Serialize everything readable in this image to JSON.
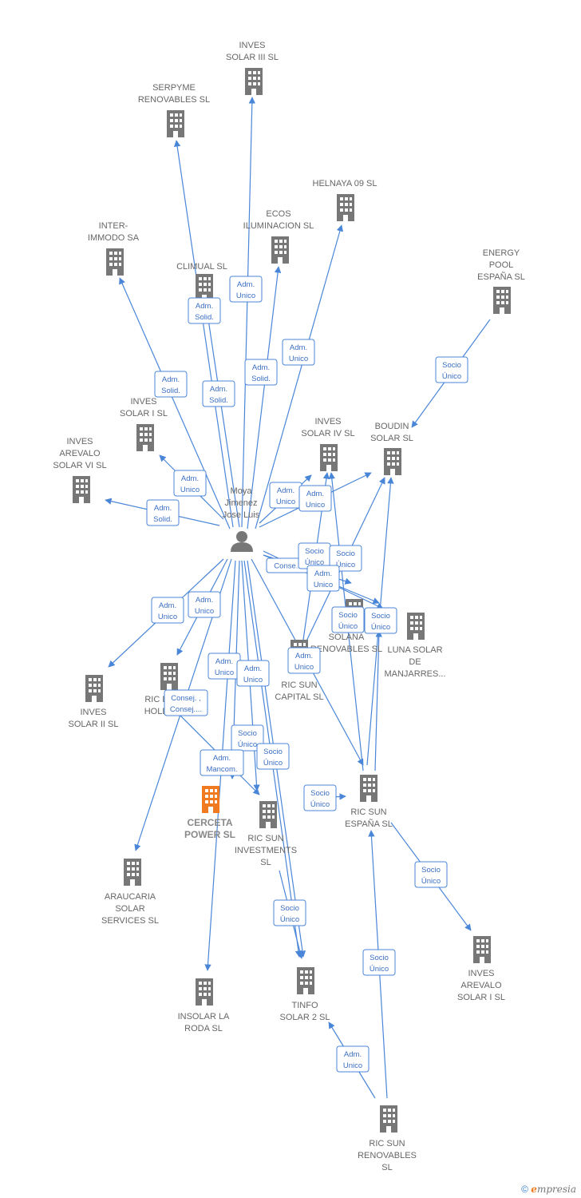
{
  "colors": {
    "edge": "#4a86d8",
    "node": "#777777",
    "highlight": "#f07a20"
  },
  "person": {
    "name_lines": [
      "Moya",
      "Jimenez",
      "Jose Luis"
    ],
    "icon": "person-icon"
  },
  "companies": [
    {
      "id": "inves-solar-iii",
      "lines": [
        "INVES",
        "SOLAR III SL"
      ]
    },
    {
      "id": "serpyme",
      "lines": [
        "SERPYME",
        "RENOVABLES SL"
      ]
    },
    {
      "id": "helnaya",
      "lines": [
        "HELNAYA 09 SL"
      ]
    },
    {
      "id": "ecos",
      "lines": [
        "ECOS",
        "ILUMINACION SL"
      ]
    },
    {
      "id": "inter-immodo",
      "lines": [
        "INTER-",
        "IMMODO SA"
      ]
    },
    {
      "id": "climual",
      "lines": [
        "CLIMUAL SL"
      ]
    },
    {
      "id": "energy-pool",
      "lines": [
        "ENERGY",
        "POOL",
        "ESPAÑA  SL"
      ]
    },
    {
      "id": "inves-solar-i",
      "lines": [
        "INVES",
        "SOLAR I SL"
      ]
    },
    {
      "id": "inves-arevalo-vi",
      "lines": [
        "INVES",
        "AREVALO",
        "SOLAR VI SL"
      ]
    },
    {
      "id": "inves-solar-iv",
      "lines": [
        "INVES",
        "SOLAR IV SL"
      ]
    },
    {
      "id": "boudin",
      "lines": [
        "BOUDIN",
        "SOLAR SL"
      ]
    },
    {
      "id": "solana",
      "lines": [
        "SOLANA",
        "RENOVABLES SL"
      ]
    },
    {
      "id": "luna-solar",
      "lines": [
        "LUNA SOLAR",
        "DE",
        "MANJARRES..."
      ]
    },
    {
      "id": "inves-solar-ii",
      "lines": [
        "INVES",
        "SOLAR II SL"
      ]
    },
    {
      "id": "ric-holding",
      "lines": [
        "RIC E",
        "HOLD"
      ]
    },
    {
      "id": "ric-sun-capital",
      "lines": [
        "RIC SUN",
        "CAPITAL  SL"
      ]
    },
    {
      "id": "cerceta",
      "lines": [
        "CERCETA",
        "POWER  SL"
      ],
      "highlight": true
    },
    {
      "id": "ric-sun-investments",
      "lines": [
        "RIC SUN",
        "INVESTMENTS",
        "SL"
      ]
    },
    {
      "id": "ric-sun-espana",
      "lines": [
        "RIC SUN",
        "ESPAÑA  SL"
      ]
    },
    {
      "id": "araucaria",
      "lines": [
        "ARAUCARIA",
        "SOLAR",
        "SERVICES SL"
      ]
    },
    {
      "id": "inves-arevalo-i",
      "lines": [
        "INVES",
        "AREVALO",
        "SOLAR I  SL"
      ]
    },
    {
      "id": "insolar",
      "lines": [
        "INSOLAR LA",
        "RODA  SL"
      ]
    },
    {
      "id": "tinfo",
      "lines": [
        "TINFO",
        "SOLAR 2 SL"
      ]
    },
    {
      "id": "ric-sun-renovables",
      "lines": [
        "RIC SUN",
        "RENOVABLES",
        "SL"
      ]
    }
  ],
  "edge_labels": [
    [
      "Adm.",
      "Unico"
    ],
    [
      "Adm.",
      "Solid."
    ],
    [
      "Adm.",
      "Unico"
    ],
    [
      "Adm.",
      "Solid."
    ],
    [
      "Adm.",
      "Solid."
    ],
    [
      "Adm.",
      "Solid."
    ],
    [
      "Socio",
      "Único"
    ],
    [
      "Adm.",
      "Unico"
    ],
    [
      "Adm.",
      "Solid."
    ],
    [
      "Adm.",
      "Unico"
    ],
    [
      "Adm.",
      "Unico"
    ],
    [
      "Socio",
      "Único"
    ],
    [
      "Socio",
      "Único"
    ],
    [
      "Conse..."
    ],
    [
      "Adm.",
      "Unico"
    ],
    [
      "Socio",
      "Único"
    ],
    [
      "Socio",
      "Único"
    ],
    [
      "Adm.",
      "Unico"
    ],
    [
      "Adm.",
      "Unico"
    ],
    [
      "Adm.",
      "Unico"
    ],
    [
      "Adm.",
      "Unico"
    ],
    [
      "Adm.",
      "Unico"
    ],
    [
      "Consej. ,",
      "Consej...."
    ],
    [
      "Socio",
      "Único"
    ],
    [
      "Socio",
      "Único"
    ],
    [
      "Socio",
      "Único"
    ],
    [
      "Socio",
      "Único"
    ],
    [
      "Socio",
      "Único"
    ],
    [
      "Socio",
      "Único"
    ],
    [
      "Socio",
      "Único"
    ],
    [
      "Adm.",
      "Mancom."
    ],
    [
      "Adm.",
      "Unico"
    ],
    [
      "Socio",
      "Único"
    ]
  ],
  "footer": {
    "copyright": "©",
    "brand_e": "e",
    "brand_rest": "mpresia"
  }
}
